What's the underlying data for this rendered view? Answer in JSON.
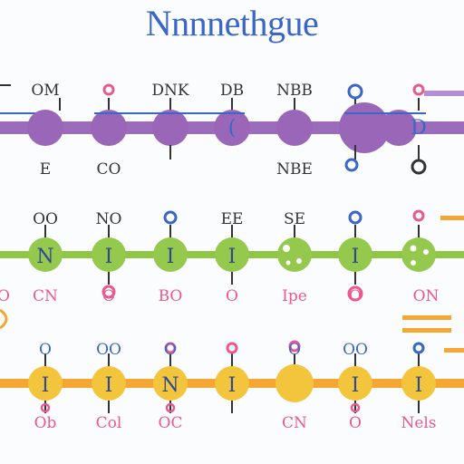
{
  "title": "Nnnnethgue",
  "colors": {
    "purple": "#9b6cbc",
    "purple_node": "#9a67b8",
    "blue": "#3a66c8",
    "green": "#8fc744",
    "green_node": "#95c94d",
    "orange": "#f5a633",
    "yellow_node": "#f3c53c",
    "pink": "#e85a8f",
    "navy": "#2f4a8f",
    "dark": "#333333"
  },
  "rows": [
    {
      "theme": "purple",
      "top_labels": [
        "OM",
        "",
        "DNK",
        "DB",
        "NBB",
        "",
        ""
      ],
      "bottom_labels": [
        "E",
        "CO",
        "",
        "",
        "NBE",
        "",
        ""
      ],
      "node_texts": [
        "",
        "",
        "",
        "(",
        "",
        "",
        "D"
      ],
      "left_tail": "",
      "right_tail": ""
    },
    {
      "theme": "green",
      "top_labels": [
        "OO",
        "NO",
        "",
        "EE",
        "SE",
        "",
        ""
      ],
      "bottom_labels": [
        "O",
        "CN",
        "O",
        "BO",
        "O",
        "Ipe",
        "O",
        "ON"
      ],
      "node_texts": [
        "N",
        "I",
        "I",
        "I",
        "",
        "I",
        ""
      ],
      "left_tail": "",
      "right_tail": ""
    },
    {
      "theme": "orange",
      "top_labels": [
        "O",
        "OO",
        "O",
        "",
        "O",
        "OO",
        ""
      ],
      "bottom_labels": [
        "Ob",
        "Col",
        "OC",
        "",
        "CN",
        "O",
        "Nels"
      ],
      "node_texts": [
        "I",
        "I",
        "N",
        "I",
        "",
        "I",
        "I"
      ],
      "left_tail": "",
      "right_tail": ""
    }
  ]
}
